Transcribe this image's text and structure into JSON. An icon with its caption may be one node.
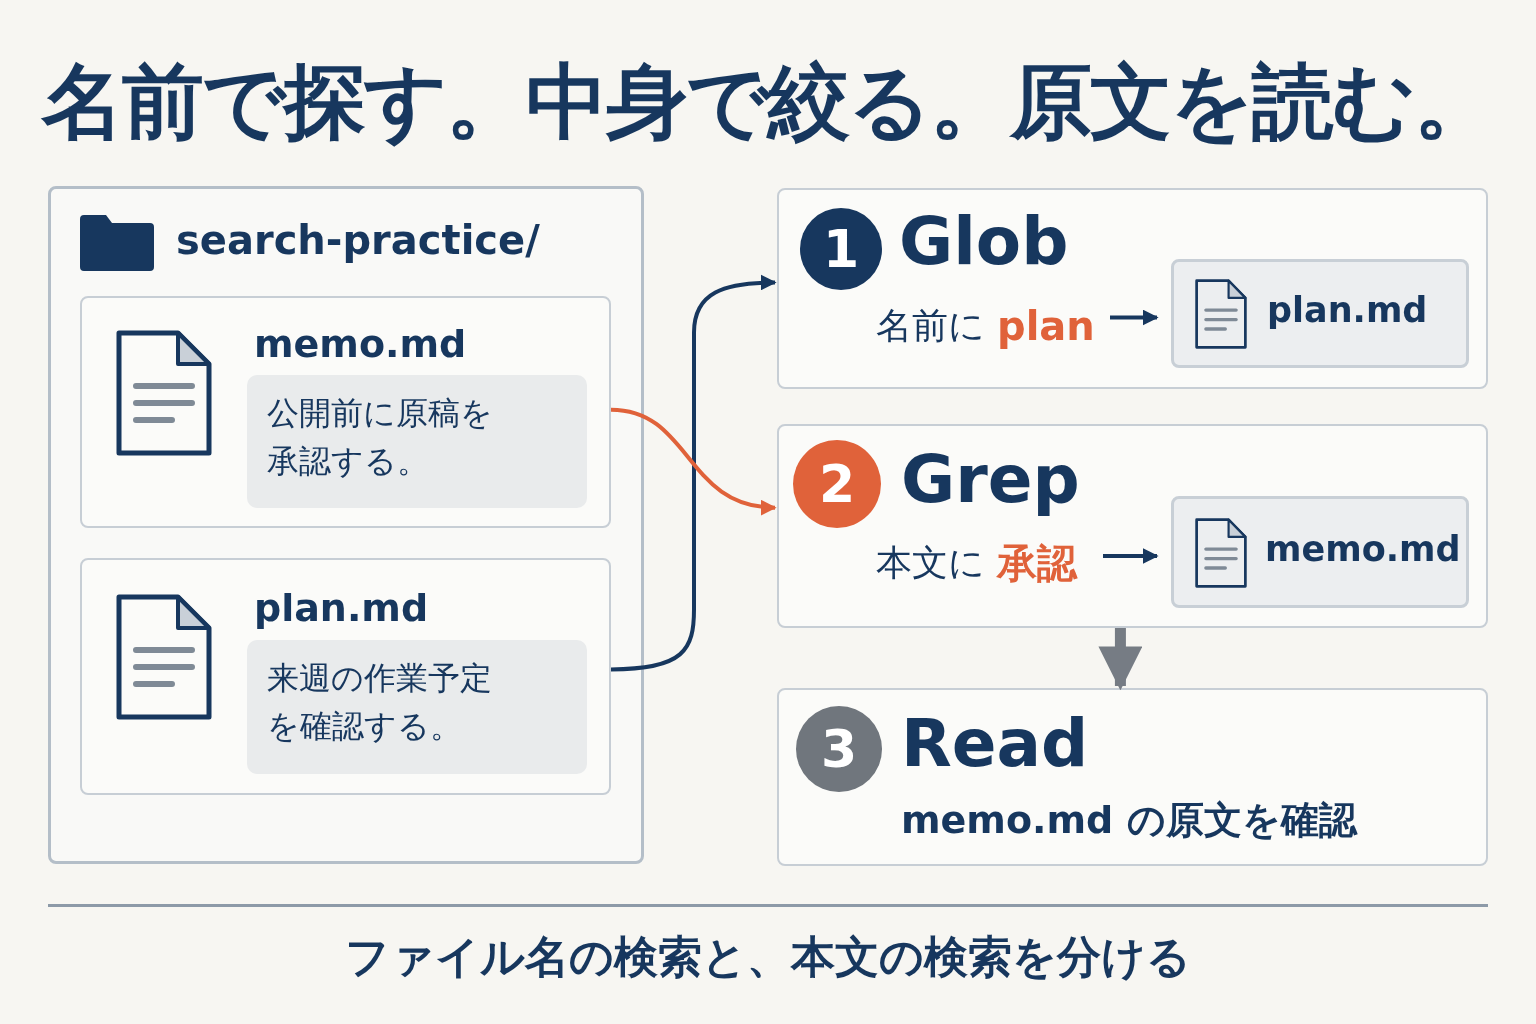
{
  "diagram": {
    "title": "名前で探す。中身で絞る。原文を読む。",
    "caption": "ファイル名の検索と、本文の検索を分ける",
    "nodes": [
      {
        "text": [
          "search-practice/"
        ]
      },
      {
        "text": [
          "memo.md",
          "公開前に原稿を承認する。"
        ],
        "in": 0
      },
      {
        "text": [
          "plan.md",
          "来週の作業予定を確認する。"
        ],
        "in": 0
      },
      {
        "text": [
          "Glob"
        ]
      },
      {
        "text": [
          "1"
        ],
        "in": 3
      },
      {
        "text": [
          "名前に",
          "plan"
        ],
        "in": 3
      },
      {
        "text": [
          "plan.md"
        ],
        "in": 3
      },
      {
        "text": [
          "Grep"
        ]
      },
      {
        "text": [
          "2"
        ],
        "in": 7
      },
      {
        "text": [
          "本文に",
          "承認"
        ],
        "in": 7
      },
      {
        "text": [
          "memo.md"
        ],
        "in": 7
      },
      {
        "text": [
          "Read",
          "memo.md の原文を確認"
        ]
      },
      {
        "text": [
          "3"
        ],
        "in": 11
      }
    ],
    "edges": [
      {
        "from": 2,
        "to": 3,
        "arrow": "to"
      },
      {
        "from": 1,
        "to": 7,
        "arrow": "to",
        "color": "#e0623a"
      },
      {
        "from": 5,
        "to": 6,
        "arrow": "to"
      },
      {
        "from": 9,
        "to": 10,
        "arrow": "to"
      },
      {
        "from": 7,
        "to": 11,
        "arrow": "to",
        "style": "thick",
        "color": "#767c84"
      }
    ]
  }
}
